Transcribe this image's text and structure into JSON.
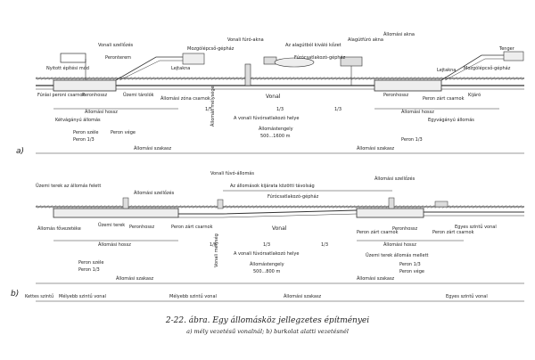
{
  "figure": {
    "caption_number": "2-22. ábra.",
    "caption_title": "Egy állomásköz jellegzetes építményei",
    "caption_sub": "a) mély vezetésű vonalnál; b) burkolat alatti vezetésnél"
  },
  "panel_a": {
    "label": "a)",
    "top": {
      "vent_left": "Vonali szellőzés",
      "escalator": "Mozgólépcső-gépház",
      "platform_room": "Peronterem",
      "tunnel_shaft": "Vonali fúró-akna",
      "shaft_left": "Nyitott építési mód",
      "connection": "Az alagútból kiváló kőzet",
      "ventilation": "Fúrócsatlakozó-gépház",
      "shaft_right": "Alagútfúró akna",
      "station_right": "Állomási akna",
      "pump": "Tenger",
      "escalator_right": "Mozgólépcső-gépház",
      "lobby_right": "Lejtakna",
      "lobby_left": "Lejtakna"
    },
    "mid": {
      "crossover_left": "Fúrási peroni csarnok",
      "platform_left": "Peronhossz",
      "closed_left": "Üzemi tárolók",
      "end_zone": "Állomási zóna csarnok",
      "line": "Vonal",
      "platform_right": "Peronhossz",
      "closed_right": "Peron zárt csarnok",
      "exit_right": "Kijáró",
      "station_len_left": "Állomási hossz",
      "station_len_right": "Állomási hossz",
      "double_track": "Kétvágányú állomás",
      "single_track": "Egyvágányú állomás",
      "slope_a": "1/5",
      "slope_b": "1/3",
      "slope_c": "1/3",
      "grade_line": "A vonali fúvórsatlakozó helye",
      "station_depth": "Állomás mélysége",
      "spacing": "Állomástengely",
      "spacing_val": "500...1600 m"
    },
    "bottom": {
      "platform_edge": "Peron széle",
      "platform_third": "Peron 1/3",
      "platform_center": "Peron vége",
      "station_left": "Állomási szakasz",
      "station_right": "Állomási szakasz",
      "platform_third_r": "Peron 1/3"
    }
  },
  "panel_b": {
    "label": "b)",
    "top": {
      "open_left": "Üzemi terek az állomás felett",
      "station_ventilation": "Állomási szellőzés",
      "tunnel_shaft": "Vonali fúvó-állomás",
      "gradient": "Az állomások kijárata közötti távolság",
      "ventilation": "Fúrócsatlakozó-gépház",
      "station_shaft": "Állomási szellőzés"
    },
    "mid": {
      "station_zone": "Állomás fővezetéke",
      "closed_left": "Üzemi terek",
      "platform_left": "Peronhossz",
      "closed_left2": "Peron zárt csarnok",
      "line": "Vonal",
      "closed_right": "Peron zárt csarnok",
      "platform_right": "Peronhossz",
      "closed_right2": "Peron zárt csarnok",
      "single_line": "Egyes szintű vonal",
      "station_len_left": "Állomási hossz",
      "station_len_right": "Állomási hossz",
      "slope_a": "1/5",
      "slope_b": "1/3",
      "slope_c": "1/3",
      "grade_line": "A vonali fúvórsatlakozó helye",
      "open_right": "Üzemi terek állomás mellett",
      "spacing": "Állomástengely",
      "spacing_val": "500...800 m",
      "depth": "Vonali mélység"
    },
    "bottom": {
      "double_level": "Kettes szintű",
      "multi_level": "Mélyebb szintű vonal",
      "open_line": "Mélyebb szintű vonal",
      "station_left": "Állomási szakasz",
      "station_mid": "Állomási szakasz",
      "station_right": "Állomási szakasz",
      "single_line": "Egyes szintű vonal",
      "platform_edge": "Peron széle",
      "platform_third": "Peron 1/3",
      "platform_third_r": "Peron 1/3",
      "platform_end_r": "Peron vége"
    }
  }
}
